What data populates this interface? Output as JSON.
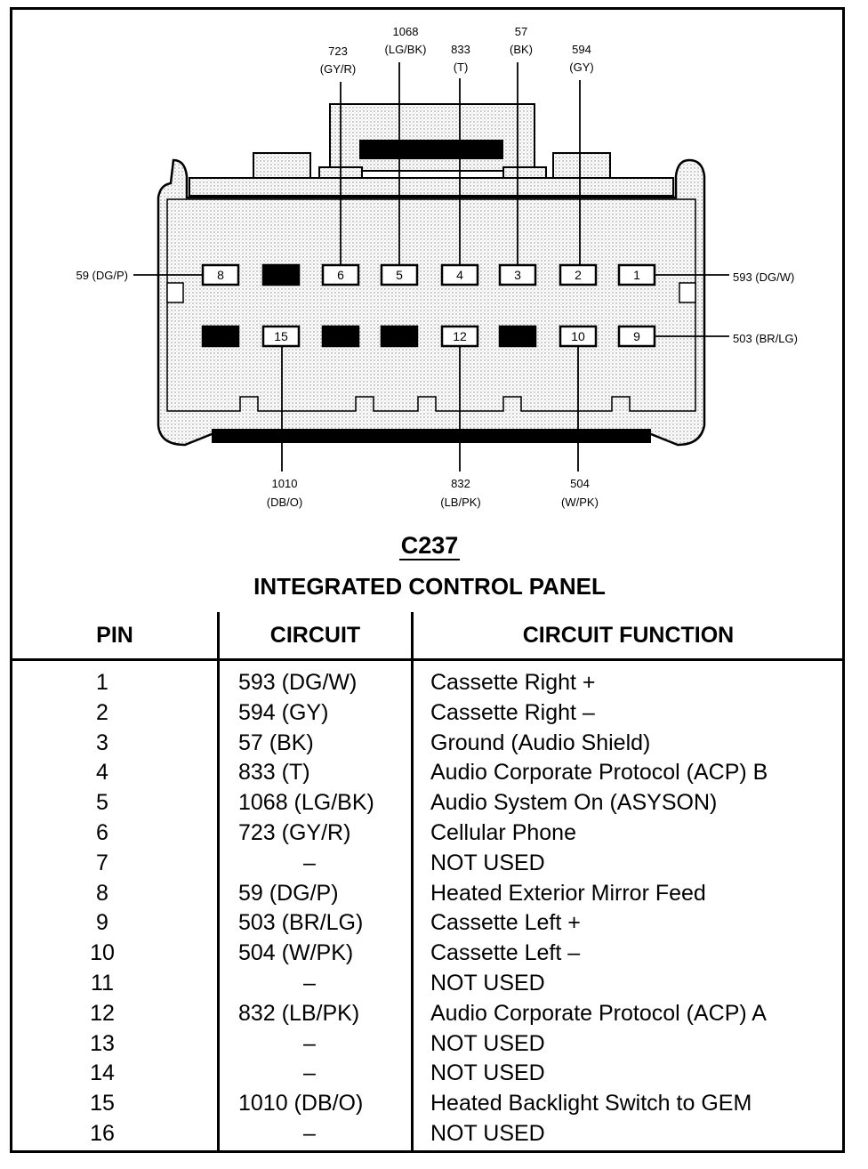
{
  "connector": {
    "id": "C237",
    "name": "INTEGRATED CONTROL PANEL",
    "pins": [
      {
        "pin": "1",
        "used": true
      },
      {
        "pin": "2",
        "used": true
      },
      {
        "pin": "3",
        "used": true
      },
      {
        "pin": "4",
        "used": true
      },
      {
        "pin": "5",
        "used": true
      },
      {
        "pin": "6",
        "used": true
      },
      {
        "pin": "7",
        "used": false
      },
      {
        "pin": "8",
        "used": true
      },
      {
        "pin": "9",
        "used": true
      },
      {
        "pin": "10",
        "used": true
      },
      {
        "pin": "11",
        "used": false
      },
      {
        "pin": "12",
        "used": true
      },
      {
        "pin": "13",
        "used": false
      },
      {
        "pin": "14",
        "used": false
      },
      {
        "pin": "15",
        "used": true
      },
      {
        "pin": "16",
        "used": false
      }
    ],
    "callouts": [
      {
        "pin": "6",
        "number": "723",
        "color": "(GY/R)"
      },
      {
        "pin": "5",
        "number": "1068",
        "color": "(LG/BK)"
      },
      {
        "pin": "4",
        "number": "833",
        "color": "(T)"
      },
      {
        "pin": "3",
        "number": "57",
        "color": "(BK)"
      },
      {
        "pin": "2",
        "number": "594",
        "color": "(GY)"
      },
      {
        "pin": "8",
        "label": "59 (DG/P)"
      },
      {
        "pin": "1",
        "label": "593 (DG/W)"
      },
      {
        "pin": "9",
        "label": "503 (BR/LG)"
      },
      {
        "pin": "15",
        "number": "1010",
        "color": "(DB/O)"
      },
      {
        "pin": "12",
        "number": "832",
        "color": "(LB/PK)"
      },
      {
        "pin": "10",
        "number": "504",
        "color": "(W/PK)"
      }
    ]
  },
  "table": {
    "headers": {
      "pin": "PIN",
      "circuit": "CIRCUIT",
      "function": "CIRCUIT FUNCTION"
    },
    "rows": [
      {
        "pin": "1",
        "circuit": "593 (DG/W)",
        "function": "Cassette Right +"
      },
      {
        "pin": "2",
        "circuit": "594 (GY)",
        "function": "Cassette Right –"
      },
      {
        "pin": "3",
        "circuit": "57 (BK)",
        "function": "Ground (Audio Shield)"
      },
      {
        "pin": "4",
        "circuit": "833 (T)",
        "function": "Audio Corporate Protocol (ACP) B"
      },
      {
        "pin": "5",
        "circuit": "1068 (LG/BK)",
        "function": "Audio System On (ASYSON)"
      },
      {
        "pin": "6",
        "circuit": "723 (GY/R)",
        "function": "Cellular Phone"
      },
      {
        "pin": "7",
        "circuit": "–",
        "function": "NOT USED"
      },
      {
        "pin": "8",
        "circuit": "59 (DG/P)",
        "function": "Heated Exterior Mirror Feed"
      },
      {
        "pin": "9",
        "circuit": "503 (BR/LG)",
        "function": "Cassette Left +"
      },
      {
        "pin": "10",
        "circuit": "504 (W/PK)",
        "function": "Cassette Left –"
      },
      {
        "pin": "11",
        "circuit": "–",
        "function": "NOT USED"
      },
      {
        "pin": "12",
        "circuit": "832 (LB/PK)",
        "function": "Audio Corporate Protocol (ACP) A"
      },
      {
        "pin": "13",
        "circuit": "–",
        "function": "NOT USED"
      },
      {
        "pin": "14",
        "circuit": "–",
        "function": "NOT USED"
      },
      {
        "pin": "15",
        "circuit": "1010 (DB/O)",
        "function": "Heated Backlight Switch to GEM"
      },
      {
        "pin": "16",
        "circuit": "–",
        "function": "NOT USED"
      }
    ]
  }
}
